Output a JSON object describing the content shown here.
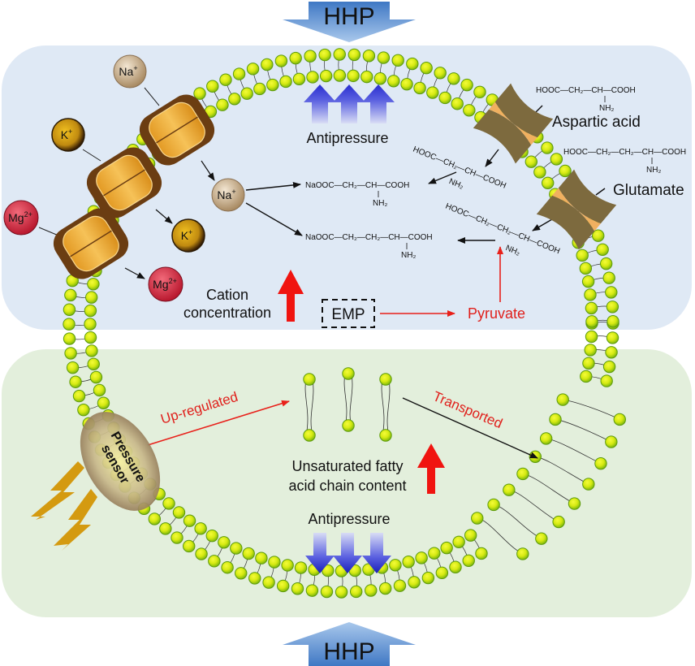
{
  "title": "HHP response mechanism diagram",
  "colors": {
    "top_panel": "#dfe9f5",
    "bottom_panel": "#e3efdc",
    "hhp_arrow": "#5a8fd0",
    "lipid_head": "#9acd16",
    "lipid_head_core": "#e6f51a",
    "channel_dark": "#6b3d12",
    "channel_light": "#f0a830",
    "transporter": "#7a6a40",
    "antipressure_arrow": "#2a2fd0",
    "red": "#e8201a",
    "bolt": "#d49a10"
  },
  "hhp": {
    "top_label": "HHP",
    "bottom_label": "HHP"
  },
  "top_panel": {
    "antipressure_label": "Antipressure",
    "ions_outside": [
      {
        "id": "na",
        "symbol": "Na",
        "charge": "+"
      },
      {
        "id": "k",
        "symbol": "K",
        "charge": "+"
      },
      {
        "id": "mg",
        "symbol": "Mg",
        "charge": "2+"
      }
    ],
    "ions_inside": [
      {
        "id": "na",
        "symbol": "Na",
        "charge": "+"
      },
      {
        "id": "k",
        "symbol": "K",
        "charge": "+"
      },
      {
        "id": "mg",
        "symbol": "Mg",
        "charge": "2+"
      }
    ],
    "cation_label_line1": "Cation",
    "cation_label_line2": "concentration",
    "emp_label": "EMP",
    "pyruvate_label": "Pyruvate",
    "aspartic_acid_label": "Aspartic acid",
    "glutamate_label": "Glutamate",
    "formulas": {
      "aspartic_outside": {
        "chain": "HOOC—CH₂—CH—COOH",
        "branch": "NH₂"
      },
      "glutamate_outside": {
        "chain": "HOOC—CH₂—CH₂—CH—COOH",
        "branch": "NH₂"
      },
      "aspartic_inside": {
        "chain": "HOOC—CH₂—CH—COOH",
        "branch": "NH₂"
      },
      "glutamate_inside": {
        "chain": "HOOC—CH₂—CH₂—CH—COOH",
        "branch": "NH₂"
      },
      "sodium_aspartate": {
        "chain": "NaOOC—CH₂—CH—COOH",
        "branch": "NH₂"
      },
      "sodium_glutamate": {
        "chain": "NaOOC—CH₂—CH₂—CH—COOH",
        "branch": "NH₂"
      }
    }
  },
  "bottom_panel": {
    "sensor_line1": "Pressure",
    "sensor_line2": "sensor",
    "upregulated_label": "Up-regulated",
    "transported_label": "Transported",
    "ufa_line1": "Unsaturated fatty",
    "ufa_line2": "acid chain content",
    "antipressure_label": "Antipressure"
  }
}
